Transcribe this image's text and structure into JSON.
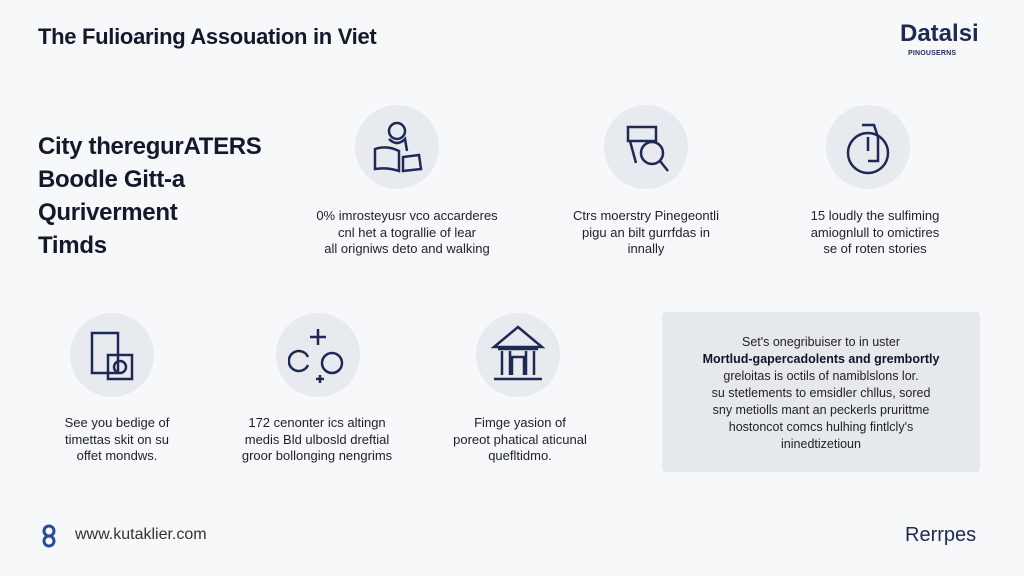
{
  "header": {
    "title": "The Fulioaring Assouation in Viet",
    "logo": "Datalsi",
    "logo_sub": "PINOUSERNS"
  },
  "heading": [
    "City theregurATERS",
    "Boodle Gitt-a",
    "Quriverment",
    "Timds"
  ],
  "features": [
    {
      "icon": "person-laptop-icon",
      "lines": [
        "0% imrosteyusr vco accarderes",
        "cnl het a tograllie of lear",
        "all origniws deto and walking"
      ]
    },
    {
      "icon": "magnifier-icon",
      "lines": [
        "Ctrs moerstry Pinegeontli",
        "pigu an bilt gurrfdas in",
        "innally"
      ]
    },
    {
      "icon": "clock-device-icon",
      "lines": [
        "15 loudly the sulfiming",
        "amiognlull to omictires",
        "se of roten stories"
      ]
    },
    {
      "icon": "document-gear-icon",
      "lines": [
        "See you bedige of",
        "timettas skit on su",
        "offet mondws."
      ]
    },
    {
      "icon": "network-icon",
      "lines": [
        "172 cenonter ics altingn",
        "medis Bld ulbosld dreftial",
        "groor bollonging nengrims"
      ]
    },
    {
      "icon": "building-icon",
      "lines": [
        "Fimge yasion of",
        "poreot phatical aticunal",
        "quefltidmo."
      ]
    }
  ],
  "panel": {
    "lines": [
      "Set's onegribuiser to in uster",
      "Mortlud-gapercadolents and grembortly",
      "greloitas is octils of namiblslons lor.",
      "su stetlements to emsidler chllus, sored",
      "sny metiolls mant an peckerls prurittme",
      "hostoncot comcs hulhing fintlcly's",
      "ininedtizetioun"
    ]
  },
  "footer": {
    "url": "www.kutaklier.com",
    "right": "Rerrpes"
  }
}
